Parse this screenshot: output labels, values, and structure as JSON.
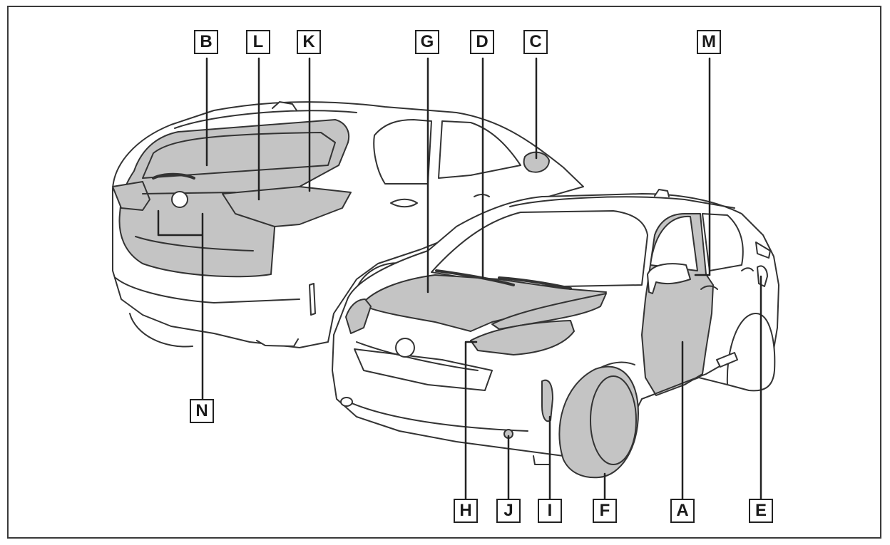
{
  "diagram": {
    "callouts": {
      "A": "A",
      "B": "B",
      "C": "C",
      "D": "D",
      "E": "E",
      "F": "F",
      "G": "G",
      "H": "H",
      "I": "I",
      "J": "J",
      "K": "K",
      "L": "L",
      "M": "M",
      "N": "N"
    },
    "colors": {
      "line": "#333333",
      "shaded_area": "#c4c4c4",
      "body": "#ffffff"
    }
  }
}
